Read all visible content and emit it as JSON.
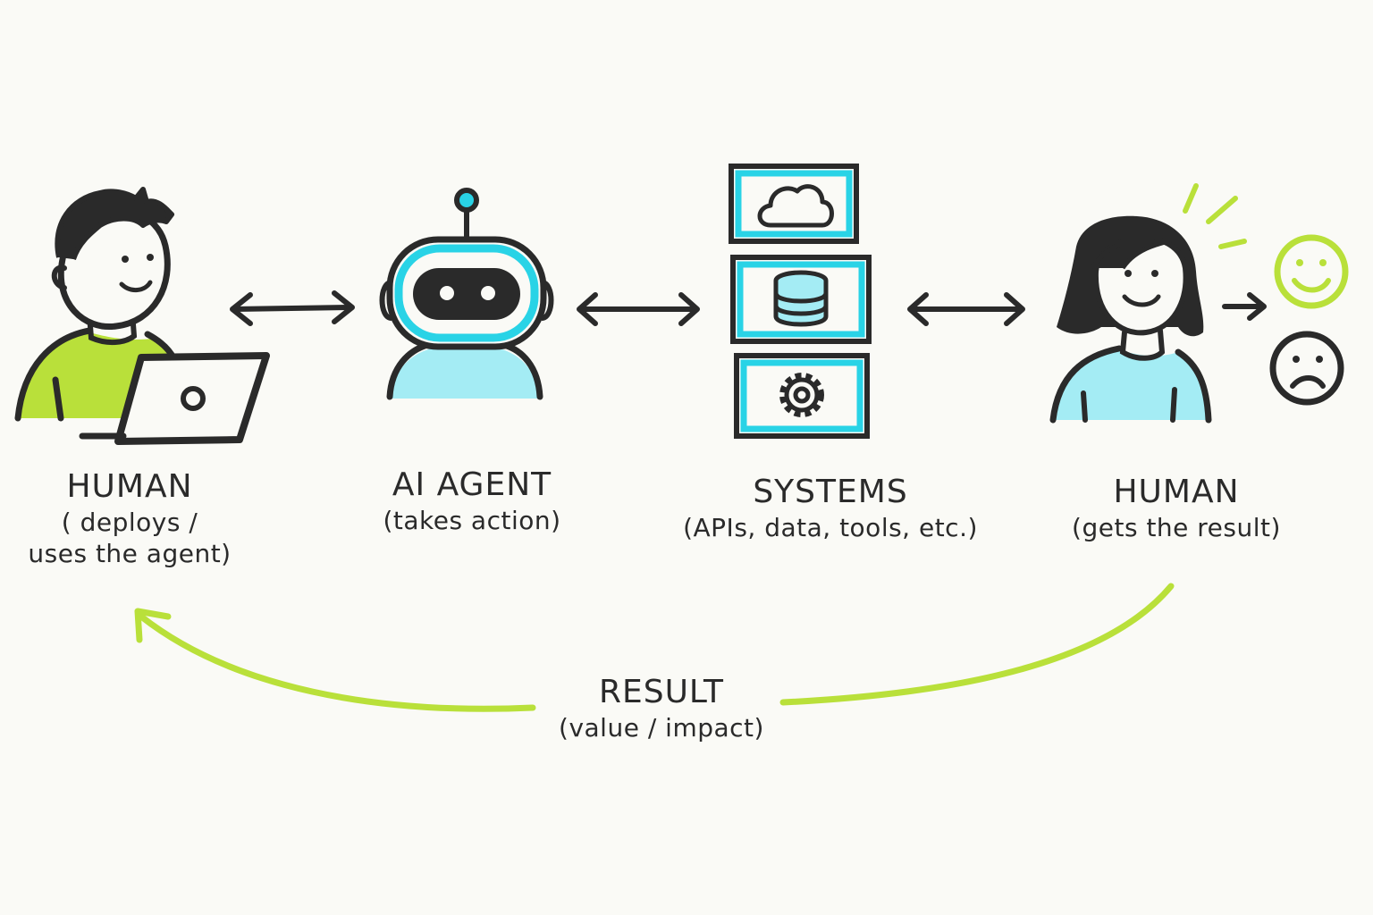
{
  "colors": {
    "ink": "#2a2a2a",
    "cyan": "#29d3e6",
    "cyan_fill": "#a4ecf4",
    "lime": "#b9e03a",
    "background": "#fafaf6"
  },
  "nodes": [
    {
      "title": "HUMAN",
      "subtitle_line1": "( deploys /",
      "subtitle_line2": "uses the agent)",
      "icon": "person-with-laptop-icon"
    },
    {
      "title": "AI AGENT",
      "subtitle_line1": "(takes action)",
      "icon": "robot-icon"
    },
    {
      "title": "SYSTEMS",
      "subtitle_line1": "(APIs, data, tools, etc.)",
      "icon": "systems-stack-icon"
    },
    {
      "title": "HUMAN",
      "subtitle_line1": "(gets the result)",
      "icon": "person-woman-icon"
    }
  ],
  "feedback": {
    "title": "RESULT",
    "subtitle": "(value / impact)"
  },
  "outcomes": [
    "happy-face-icon",
    "sad-face-icon"
  ]
}
